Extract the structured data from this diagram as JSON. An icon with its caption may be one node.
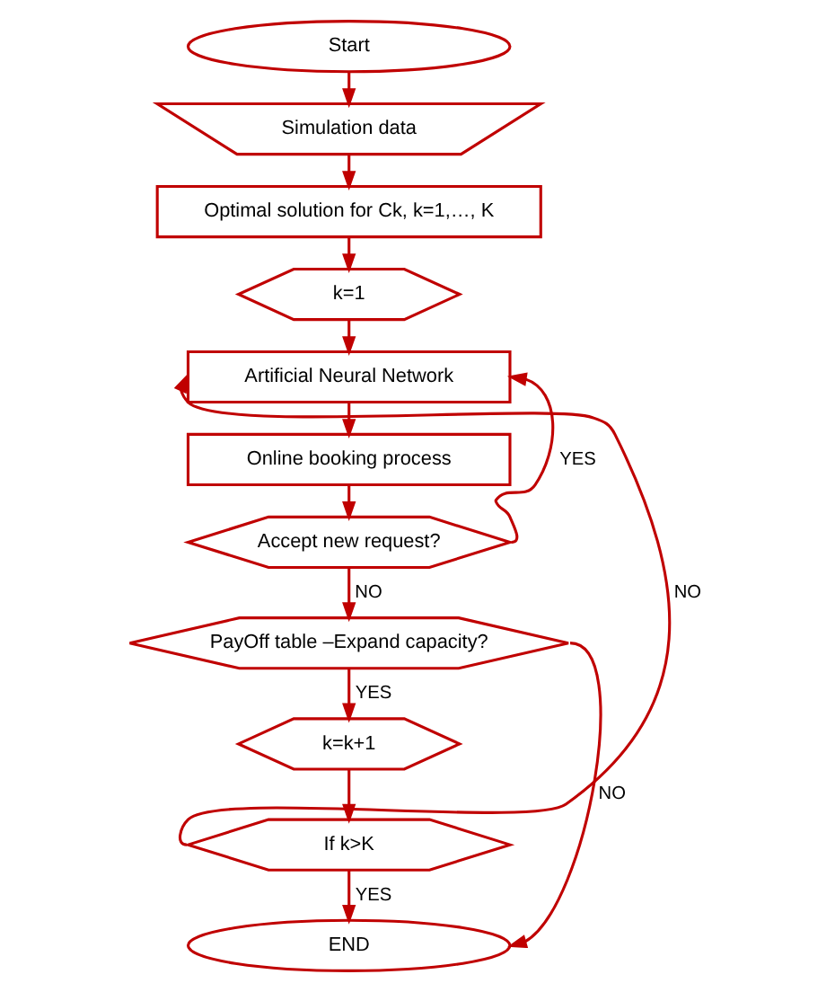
{
  "diagram": {
    "nodes": [
      {
        "text": [
          "Start"
        ]
      },
      {
        "text": [
          "Simulation data"
        ]
      },
      {
        "text": [
          "Optimal solution for Ck, k=1,…, K"
        ]
      },
      {
        "text": [
          "k=1"
        ]
      },
      {
        "text": [
          "Artificial Neural Network"
        ]
      },
      {
        "text": [
          "Online booking process"
        ]
      },
      {
        "text": [
          "Accept new request?"
        ]
      },
      {
        "text": [
          "PayOff table –Expand capacity?"
        ]
      },
      {
        "text": [
          "k=k+1"
        ]
      },
      {
        "text": [
          "If k>K"
        ]
      },
      {
        "text": [
          "END"
        ]
      }
    ],
    "edges": [
      {
        "from": 0,
        "to": 1,
        "arrow": "to"
      },
      {
        "from": 1,
        "to": 2,
        "arrow": "to"
      },
      {
        "from": 2,
        "to": 3,
        "arrow": "to"
      },
      {
        "from": 3,
        "to": 4,
        "arrow": "to"
      },
      {
        "from": 4,
        "to": 5,
        "arrow": "to"
      },
      {
        "from": 5,
        "to": 6,
        "arrow": "to"
      },
      {
        "from": 6,
        "to": 4,
        "arrow": "to",
        "label": "YES"
      },
      {
        "from": 6,
        "to": 7,
        "arrow": "to",
        "label": "NO"
      },
      {
        "from": 7,
        "to": 8,
        "arrow": "to",
        "label": "YES"
      },
      {
        "from": 7,
        "to": 10,
        "arrow": "to",
        "label": "NO"
      },
      {
        "from": 8,
        "to": 9,
        "arrow": "to"
      },
      {
        "from": 9,
        "to": 4,
        "arrow": "to",
        "label": "NO"
      },
      {
        "from": 9,
        "to": 10,
        "arrow": "to",
        "label": "YES"
      }
    ]
  }
}
